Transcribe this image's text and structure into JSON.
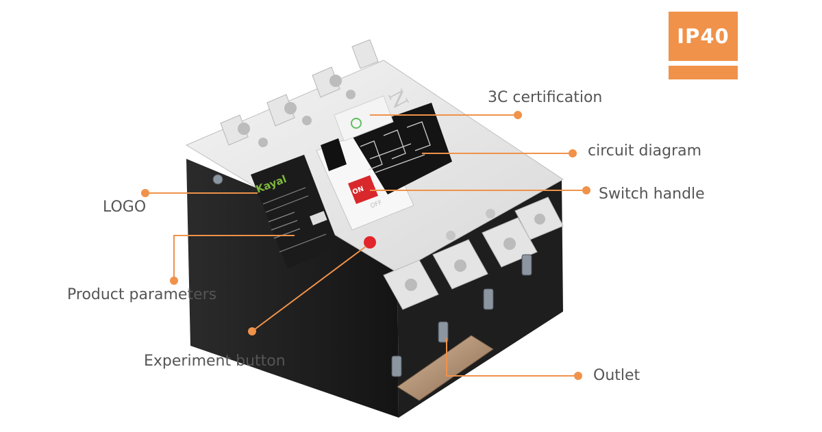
{
  "badge": {
    "text": "IP40",
    "color": "#f0924a"
  },
  "accent_color": "#f0924a",
  "label_color": "#555555",
  "callouts": [
    {
      "id": "certification",
      "label": "3C certification"
    },
    {
      "id": "circuit-diagram",
      "label": "circuit diagram"
    },
    {
      "id": "switch-handle",
      "label": "Switch handle"
    },
    {
      "id": "logo",
      "label": "LOGO"
    },
    {
      "id": "product-parameters",
      "label": "Product parameters"
    },
    {
      "id": "experiment-button",
      "label": "Experiment button"
    },
    {
      "id": "outlet",
      "label": "Outlet"
    }
  ],
  "device": {
    "logo_text": "Kayal",
    "switch_on": "ON",
    "switch_off": "OFF",
    "pole_label": "N"
  }
}
